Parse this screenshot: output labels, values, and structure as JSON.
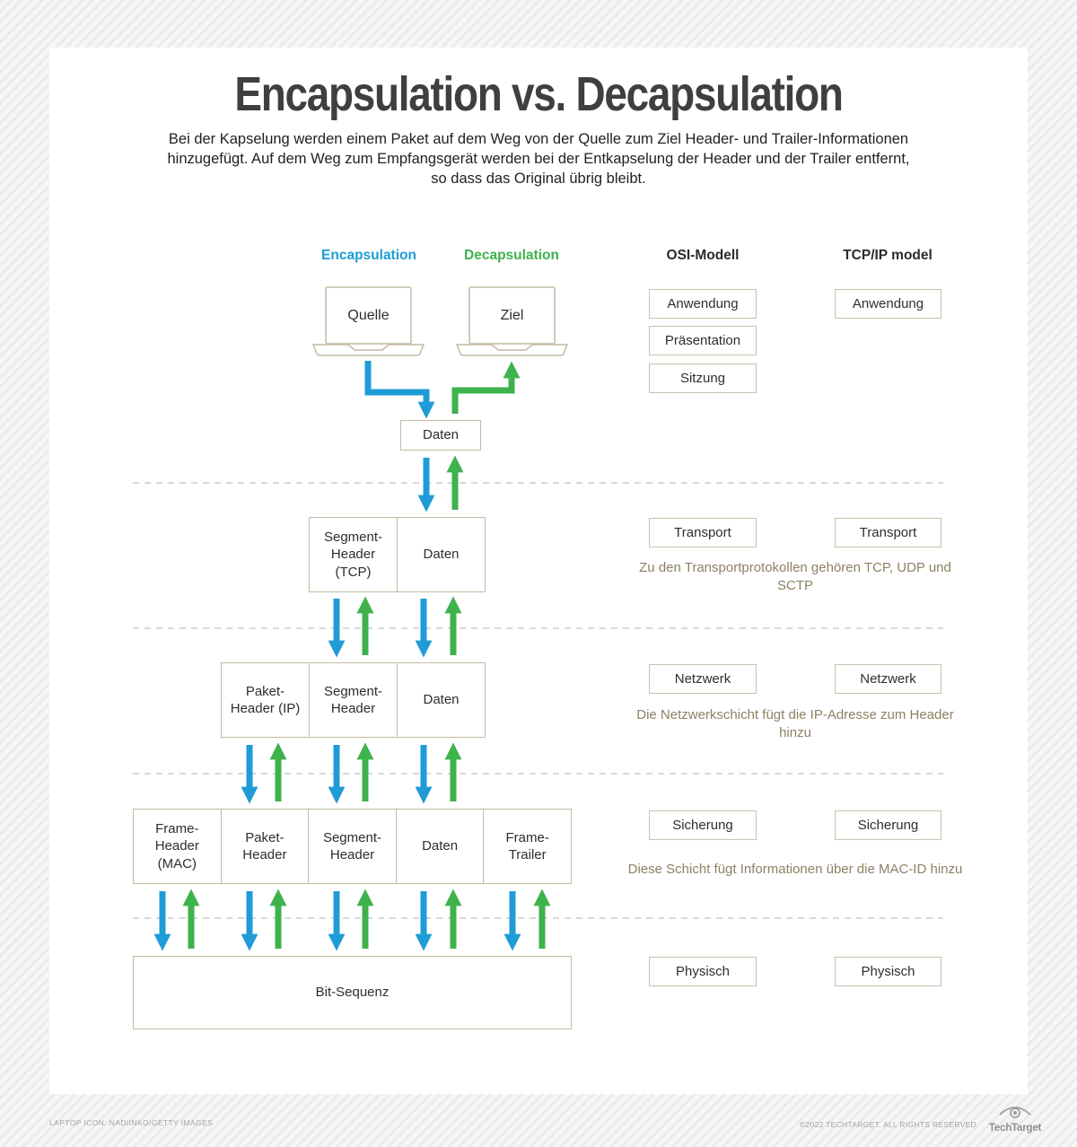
{
  "header": {
    "title": "Encapsulation vs. Decapsulation",
    "subtitle": "Bei der Kapselung werden einem Paket auf dem Weg von der Quelle zum Ziel Header- und Trailer-Informationen hinzugefügt. Auf dem Weg zum Empfangsgerät werden bei der Entkapselung der Header und der Trailer entfernt, so dass das Original übrig bleibt."
  },
  "legend": {
    "encapsulation": "Encapsulation",
    "decapsulation": "Decapsulation",
    "osi_model": "OSI-Modell",
    "tcpip_model": "TCP/IP model"
  },
  "devices": {
    "source": "Quelle",
    "destination": "Ziel"
  },
  "pdu": {
    "application": [
      "Daten"
    ],
    "transport": [
      "Segment-Header (TCP)",
      "Daten"
    ],
    "network": [
      "Paket-Header (IP)",
      "Segment-Header",
      "Daten"
    ],
    "datalink": [
      "Frame-Header (MAC)",
      "Paket-Header",
      "Segment-Header",
      "Daten",
      "Frame-Trailer"
    ],
    "physical": [
      "Bit-Sequenz"
    ]
  },
  "osi_column": [
    "Anwendung",
    "Präsentation",
    "Sitzung",
    "Transport",
    "Netzwerk",
    "Sicherung",
    "Physisch"
  ],
  "tcpip_column": [
    "Anwendung",
    "Transport",
    "Netzwerk",
    "Sicherung",
    "Physisch"
  ],
  "notes": {
    "transport": "Zu den Transportprotokollen gehören TCP, UDP und SCTP",
    "network": "Die Netzwerkschicht fügt die IP-Adresse zum Header hinzu",
    "datalink": "Diese Schicht fügt Informationen über die MAC-ID hinzu"
  },
  "footer": {
    "credit": "LAPTOP ICON: NADIINKO/GETTY IMAGES",
    "copyright": "©2022 TECHTARGET, ALL RIGHTS RESERVED",
    "brand": "TechTarget"
  },
  "colors": {
    "encapsulation_blue": "#1f9cd7",
    "decapsulation_green": "#3eb24c",
    "box_border_tan": "#c3baa4",
    "note_text": "#8d8163",
    "title_gray": "#3f3f41"
  }
}
